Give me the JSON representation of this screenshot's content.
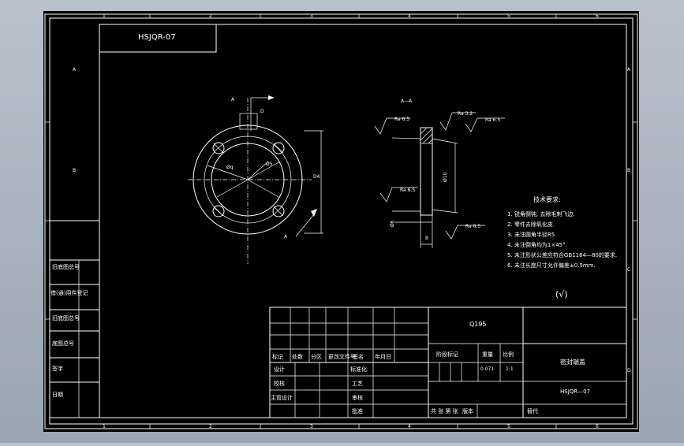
{
  "drawing": {
    "code_box": "HSJQR-07",
    "border_cols": [
      "1",
      "2",
      "3",
      "4",
      "5",
      "6"
    ],
    "border_rows": [
      "A",
      "B",
      "C",
      "D"
    ],
    "section_view_label": "A—A",
    "section_arrow_label": "A",
    "dimensions": {
      "top_d": "D",
      "phi_d": "Øq",
      "phi_d2": "Ø5",
      "dia_right": "D4",
      "bottom_a": "A",
      "phi_s": "Ø6",
      "phi_10": "Ø10",
      "width_b": "B"
    },
    "roughness": [
      "Ra 6.5",
      "Ra 3.2",
      "Ra 6.5",
      "Ra 6.5",
      "Ra 6.5"
    ]
  },
  "tech": {
    "title": "技术要求:",
    "items": [
      "1. 锐角倒钝, 去除毛刺飞边.",
      "2. 零件去除氧化皮.",
      "3. 未注圆角半径R5.",
      "4. 未注倒角均为1×45°.",
      "5. 未注形状公差应符合GB1184—80的要求.",
      "6. 未注长度尺寸允许偏差±0.5mm."
    ],
    "finish_symbol": "(√)"
  },
  "left_table": [
    "旧底图总号",
    "借(通)用件登记",
    "旧底图总号",
    "底图总号",
    "签字",
    "日期"
  ],
  "title_block": {
    "material": "Q195",
    "stage_mark_header": "阶段标记",
    "weight_header": "重量",
    "scale_header": "比例",
    "weight": "0.071",
    "scale": "1:1",
    "part_name": "密封端盖",
    "drawing_no": "HSJQR—07",
    "rev_headers": [
      "标记",
      "处数",
      "分区",
      "更改文件号",
      "签名",
      "年月日"
    ],
    "roles": [
      "设计",
      "校核",
      "主管设计"
    ],
    "roles_mid": [
      "标准化",
      "工艺",
      "审核",
      "批准"
    ],
    "bottom_left": "共 张  第 张",
    "version": "版本",
    "replace": "替代"
  }
}
